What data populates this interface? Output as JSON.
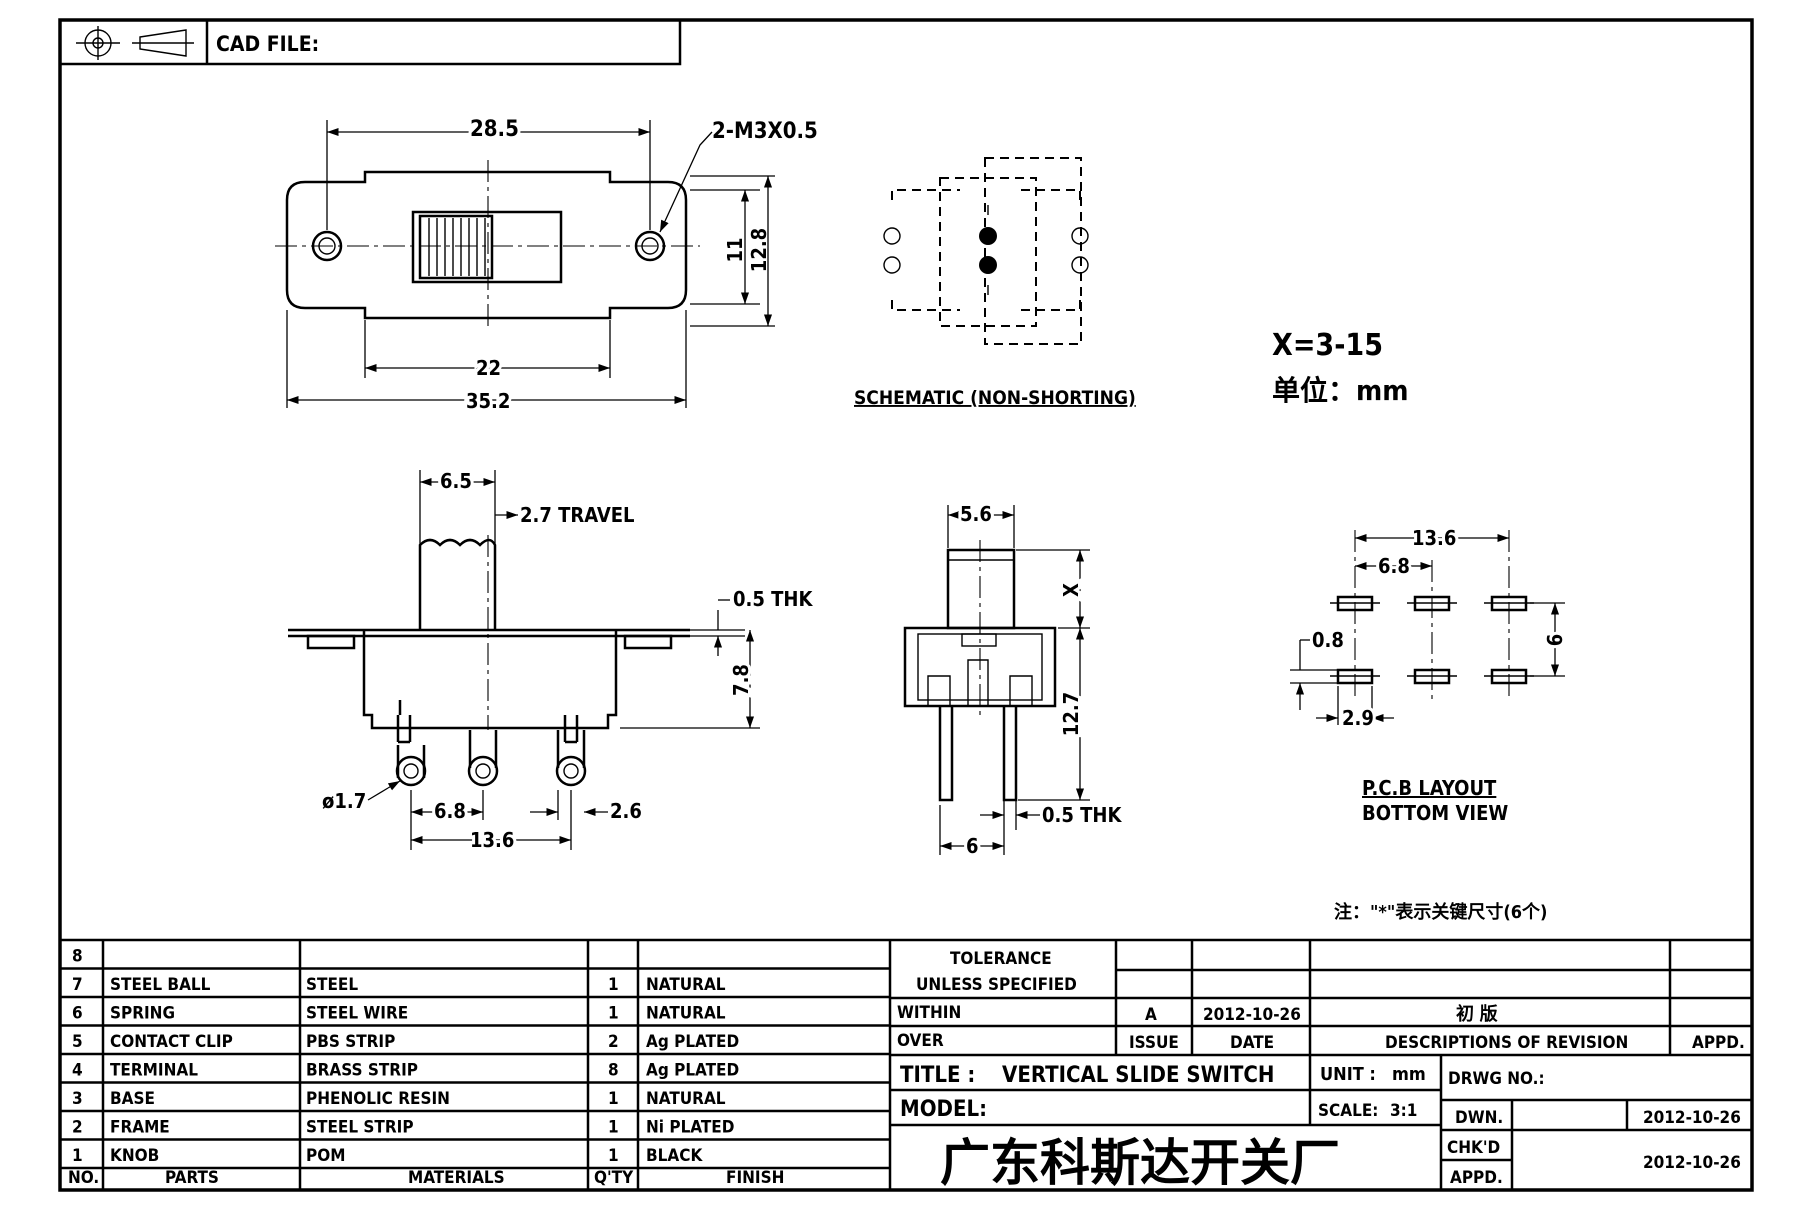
{
  "title_block": {
    "cad_file_label": "CAD FILE:",
    "tolerance": "TOLERANCE",
    "unless_specified": "UNLESS   SPECIFIED",
    "within": "WITHIN",
    "over": "OVER",
    "revision": {
      "mark": "A",
      "date": "2012-10-26",
      "description": "初  版"
    },
    "col_issue": "ISSUE",
    "col_date": "DATE",
    "col_desc": "DESCRIPTIONS  OF  REVISION",
    "col_appd": "APPD.",
    "title_label": "TITLE :",
    "title_value": "VERTICAL  SLIDE  SWITCH",
    "unit_label": "UNIT :",
    "unit_value": "mm",
    "drwg_no_label": "DRWG  NO.:",
    "model_label": "MODEL:",
    "scale_label": "SCALE:",
    "scale_value": "3:1",
    "dwn_label": "DWN.",
    "dwn_date": "2012-10-26",
    "chkd_label": "CHK'D",
    "chkd_date": "2012-10-26",
    "appd_label": "APPD.",
    "company": "广东科斯达开关厂"
  },
  "bom": {
    "headers": {
      "no": "NO.",
      "parts": "PARTS",
      "materials": "MATERIALS",
      "qty": "Q'TY",
      "finish": "FINISH"
    },
    "rows": [
      {
        "no": "8",
        "part": "",
        "material": "",
        "qty": "",
        "finish": ""
      },
      {
        "no": "7",
        "part": "STEEL  BALL",
        "material": "STEEL",
        "qty": "1",
        "finish": "NATURAL"
      },
      {
        "no": "6",
        "part": "SPRING",
        "material": "STEEL  WIRE",
        "qty": "1",
        "finish": "NATURAL"
      },
      {
        "no": "5",
        "part": "CONTACT  CLIP",
        "material": "PBS  STRIP",
        "qty": "2",
        "finish": "Ag  PLATED"
      },
      {
        "no": "4",
        "part": "TERMINAL",
        "material": "BRASS  STRIP",
        "qty": "8",
        "finish": "Ag  PLATED"
      },
      {
        "no": "3",
        "part": "BASE",
        "material": "PHENOLIC  RESIN",
        "qty": "1",
        "finish": "NATURAL"
      },
      {
        "no": "2",
        "part": "FRAME",
        "material": "STEEL  STRIP",
        "qty": "1",
        "finish": "Ni  PLATED"
      },
      {
        "no": "1",
        "part": "KNOB",
        "material": "POM",
        "qty": "1",
        "finish": "BLACK"
      }
    ]
  },
  "top_view": {
    "dims": {
      "hole_pitch": "28.5",
      "holes": "2-M3X0.5",
      "height_inner": "11",
      "height_outer": "12.8",
      "base_width": "22",
      "overall_width": "35.2"
    }
  },
  "schematic": {
    "caption": "SCHEMATIC  (NON-SHORTING)"
  },
  "notes": {
    "x_range": "X=3-15",
    "unit": "单位：mm",
    "footnote": "注：\"*\"表示关键尺寸(6个)"
  },
  "side_view": {
    "dims": {
      "knob_width": "6.5",
      "travel": "2.7  TRAVEL",
      "flange_thk": "0.5  THK",
      "body_height": "7.8",
      "hole_dia": "ø1.7",
      "pin_pitch": "6.8",
      "pin_span": "13.6",
      "pin_width": "2.6"
    }
  },
  "end_view": {
    "dims": {
      "knob_width": "5.6",
      "knob_height": "X",
      "body_height": "12.7",
      "pin_thk": "0.5  THK",
      "body_width": "6"
    }
  },
  "pcb_layout": {
    "dims": {
      "span": "13.6",
      "pitch": "6.8",
      "row_spacing": "6",
      "pad_width": "0.8",
      "pad_length": "2.9"
    },
    "caption_line1": "P.C.B  LAYOUT",
    "caption_line2": "BOTTOM  VIEW"
  }
}
